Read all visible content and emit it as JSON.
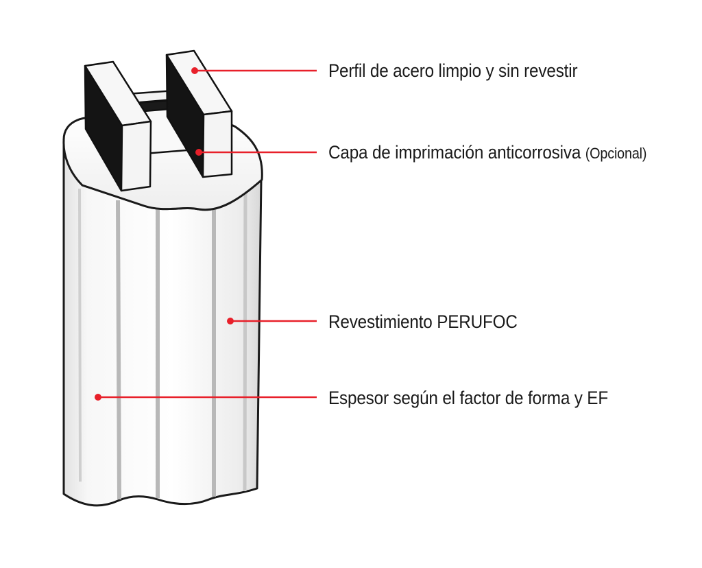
{
  "callouts": [
    {
      "id": "steel-profile",
      "text": "Perfil de acero limpio y sin revestir",
      "note": ""
    },
    {
      "id": "primer-layer",
      "text": "Capa de imprimación anticorrosiva",
      "note": "(Opcional)"
    },
    {
      "id": "perufoc-coating",
      "text": "Revestimiento PERUFOC",
      "note": ""
    },
    {
      "id": "thickness",
      "text": "Espesor según el factor de forma y EF",
      "note": ""
    }
  ],
  "colors": {
    "leader_line": "#e8202a",
    "coating": "#f4f4f4",
    "coating_groove": "#b8b8b8",
    "steel_side": "#141414",
    "steel_face": "#f7f7f7",
    "outline": "#1a1a1a"
  }
}
